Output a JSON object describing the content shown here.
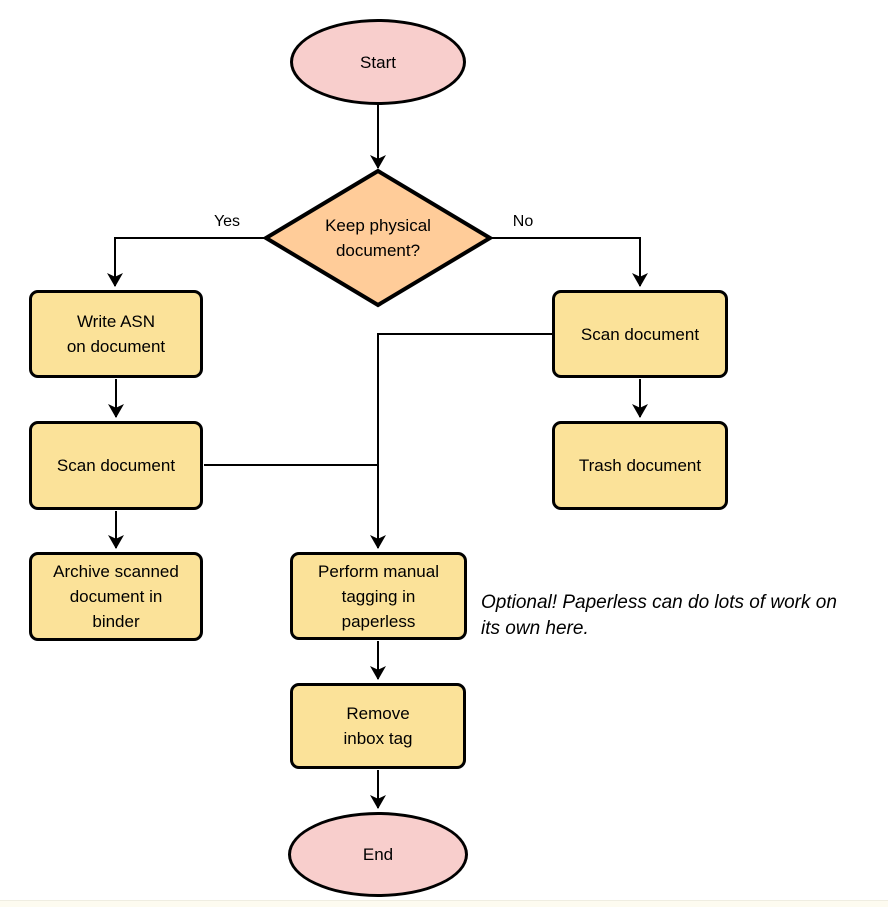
{
  "nodes": {
    "start": {
      "label": "Start",
      "type": "terminator",
      "fill": "#F8CECC"
    },
    "decision": {
      "label": "Keep physical\ndocument?",
      "type": "decision",
      "fill": "#FFCC99"
    },
    "write_asn": {
      "label": "Write ASN\non document",
      "type": "process",
      "fill": "#FBE299"
    },
    "scan_left": {
      "label": "Scan document",
      "type": "process",
      "fill": "#FBE299"
    },
    "archive": {
      "label": "Archive scanned\ndocument in\nbinder",
      "type": "process",
      "fill": "#FBE299"
    },
    "scan_right": {
      "label": "Scan document",
      "type": "process",
      "fill": "#FBE299"
    },
    "trash": {
      "label": "Trash document",
      "type": "process",
      "fill": "#FBE299"
    },
    "tagging": {
      "label": "Perform manual\ntagging in\npaperless",
      "type": "process",
      "fill": "#FBE299"
    },
    "remove_inbox": {
      "label": "Remove\ninbox tag",
      "type": "process",
      "fill": "#FBE299"
    },
    "end": {
      "label": "End",
      "type": "terminator",
      "fill": "#F8CECC"
    }
  },
  "edges": {
    "yes_label": "Yes",
    "no_label": "No"
  },
  "annotation": {
    "text": "Optional! Paperless can do lots of work on\nits own here."
  },
  "colors": {
    "stroke": "#000000",
    "terminator_fill": "#F8CECC",
    "decision_fill": "#FFCC99",
    "process_fill": "#FBE299",
    "background": "#ffffff"
  }
}
